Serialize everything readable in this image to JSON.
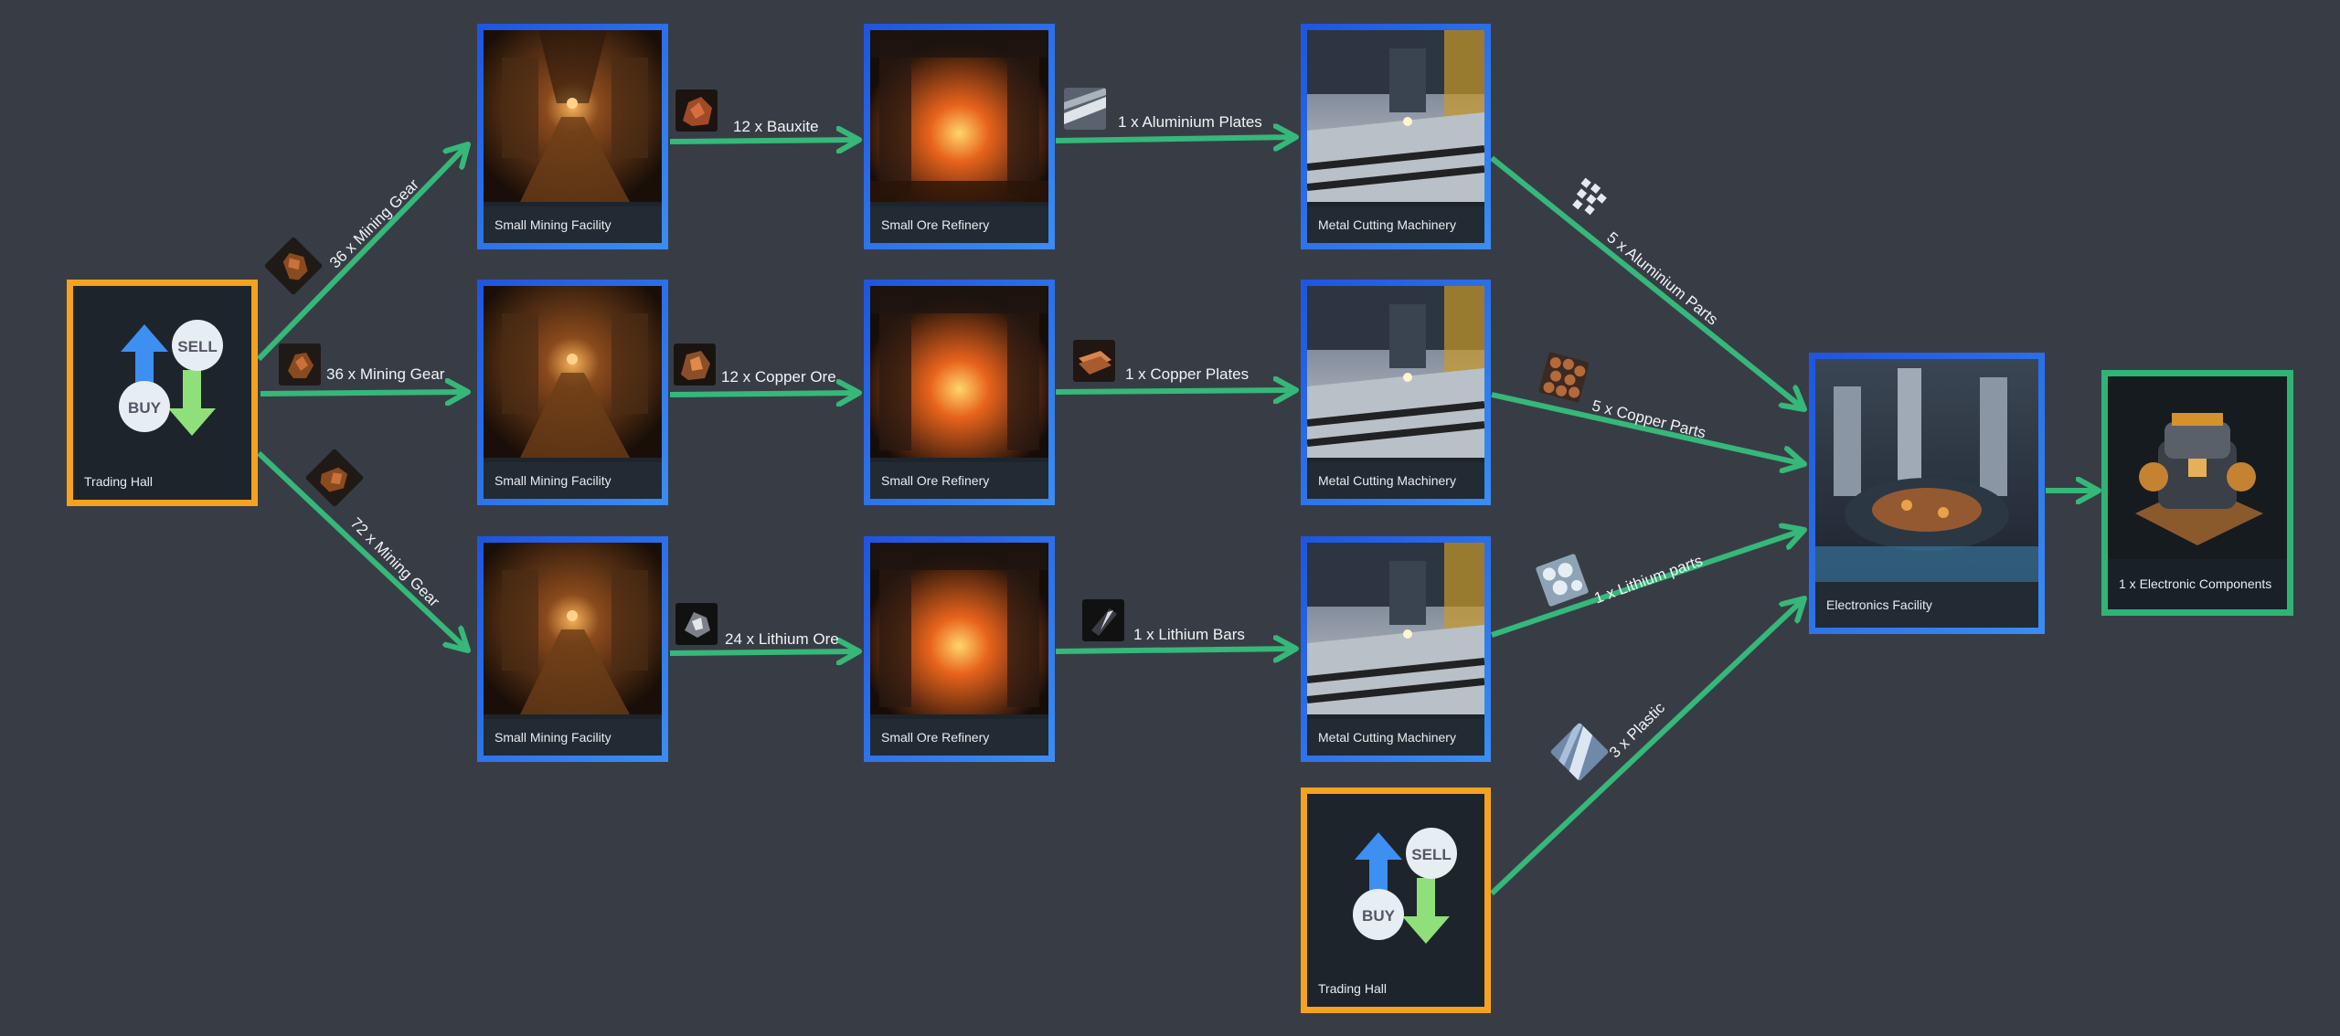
{
  "nodes": {
    "trading_hall_1": "Trading Hall",
    "mining_1": "Small Mining Facility",
    "mining_2": "Small Mining Facility",
    "mining_3": "Small Mining Facility",
    "refinery_1": "Small Ore Refinery",
    "refinery_2": "Small Ore Refinery",
    "refinery_3": "Small Ore Refinery",
    "cutting_1": "Metal Cutting Machinery",
    "cutting_2": "Metal Cutting Machinery",
    "cutting_3": "Metal Cutting Machinery",
    "trading_hall_2": "Trading Hall",
    "electronics": "Electronics Facility",
    "output": "1 x Electronic Components"
  },
  "trade_icon": {
    "buy": "BUY",
    "sell": "SELL"
  },
  "flows": {
    "gear_1": "36 x Mining Gear",
    "gear_2": "36 x Mining Gear",
    "gear_3": "72 x Mining Gear",
    "bauxite": "12 x Bauxite",
    "copper_ore": "12 x Copper Ore",
    "lithium_ore": "24 x Lithium Ore",
    "alu_plates": "1 x Aluminium Plates",
    "copper_plates": "1 x Copper Plates",
    "lithium_bars": "1 x Lithium Bars",
    "alu_parts": "5 x Aluminium Parts",
    "copper_parts": "5 x Copper Parts",
    "lithium_parts": "1 x Lithium parts",
    "plastic": "3 x Plastic"
  },
  "colors": {
    "background": "#383d45",
    "arrow": "#35b879",
    "facility_border": "#2a6ce8",
    "trade_border": "#f5a21e",
    "output_border": "#2fb476"
  },
  "icons": {
    "mining": "mine-tunnel-image",
    "refinery": "furnace-image",
    "cutting": "cutting-machine-image",
    "electronics": "circuit-machine-image",
    "output": "electronic-component-image",
    "trade": "buy-sell-arrows-icon"
  }
}
